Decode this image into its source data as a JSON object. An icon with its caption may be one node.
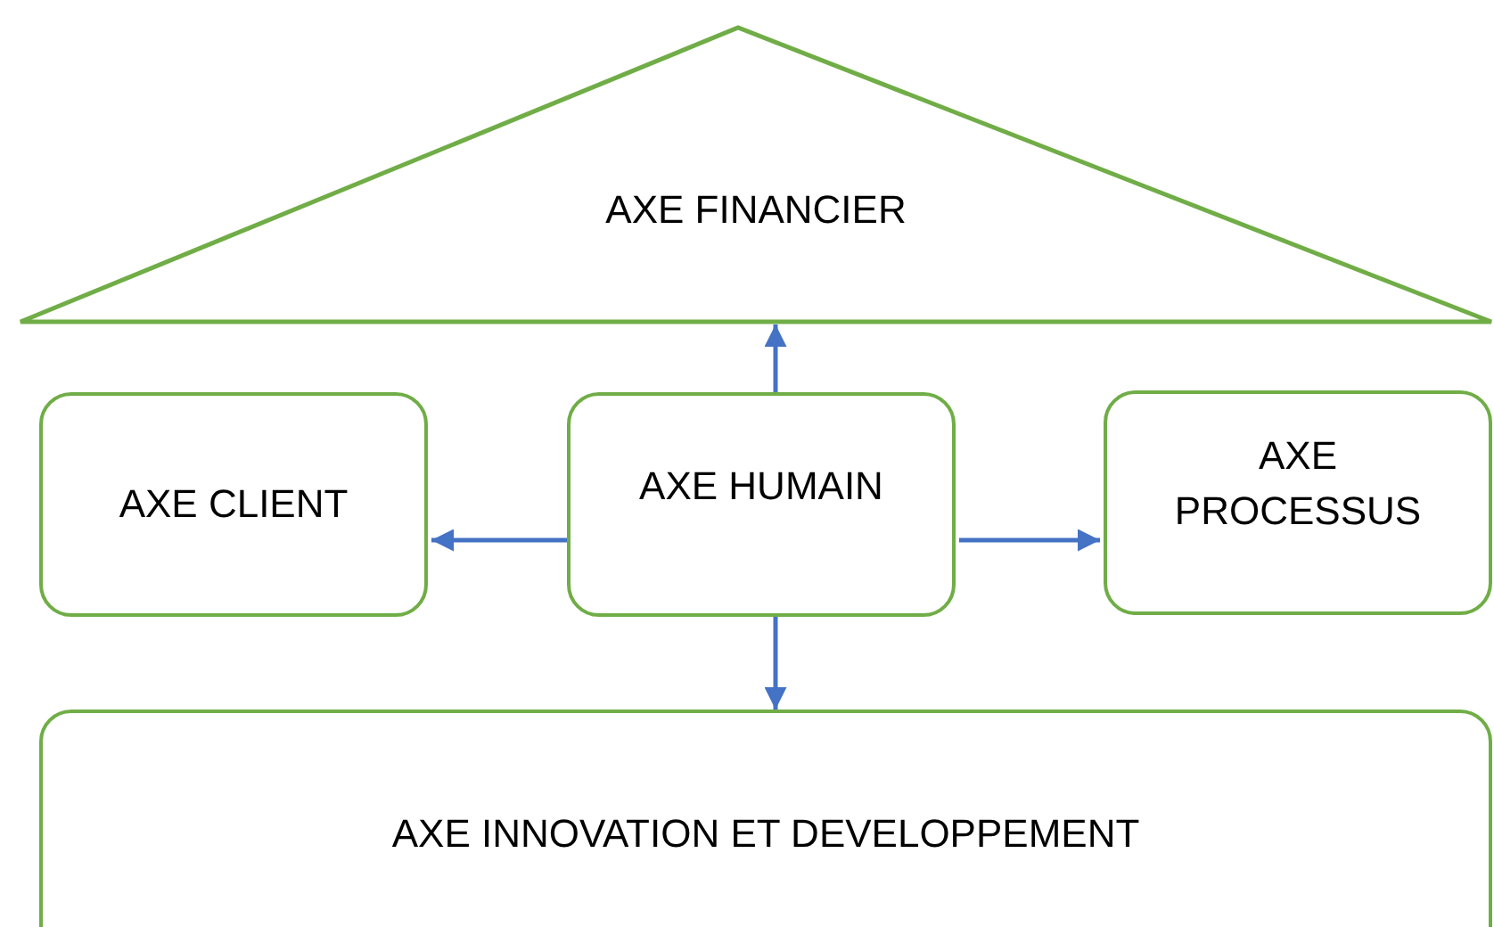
{
  "diagram": {
    "nodes": [
      {
        "text": [
          "AXE FINANCIER"
        ]
      },
      {
        "text": [
          "AXE CLIENT"
        ]
      },
      {
        "text": [
          "AXE HUMAIN"
        ]
      },
      {
        "text": [
          "AXE PROCESSUS"
        ]
      },
      {
        "text": [
          "AXE INNOVATION ET DEVELOPPEMENT"
        ]
      }
    ],
    "edges": [
      {
        "from": 2,
        "to": 0,
        "arrow": "to"
      },
      {
        "from": 2,
        "to": 1,
        "arrow": "to"
      },
      {
        "from": 2,
        "to": 3,
        "arrow": "to"
      },
      {
        "from": 2,
        "to": 4,
        "arrow": "to"
      }
    ]
  }
}
